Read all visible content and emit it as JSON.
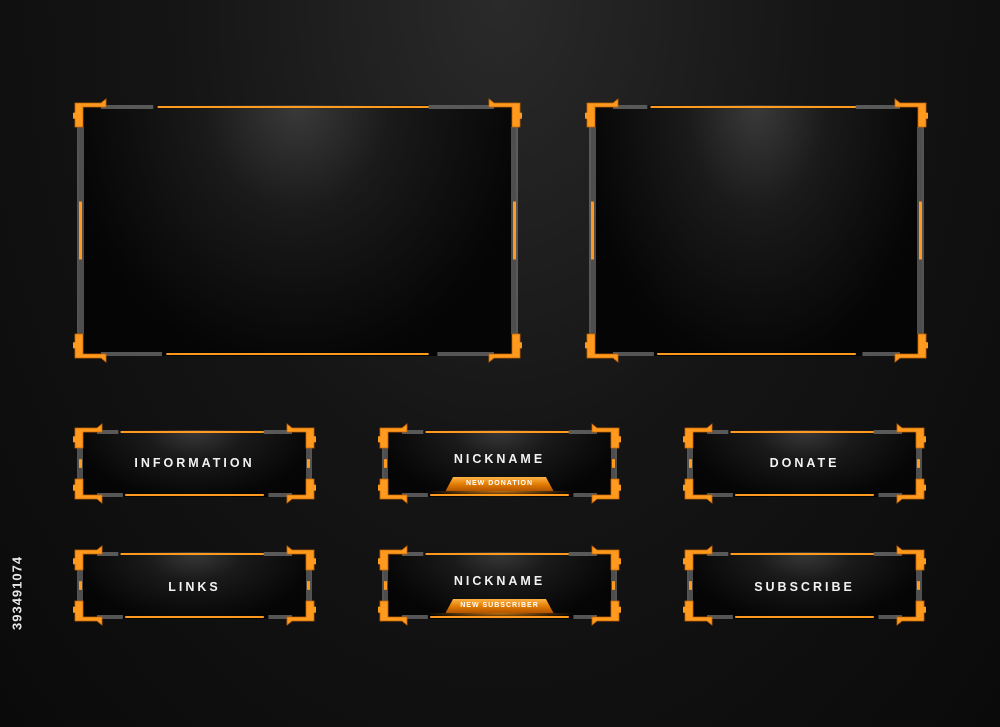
{
  "panels": {
    "information": {
      "label": "INFORMATION"
    },
    "nickname_donation": {
      "label": "NICKNAME",
      "badge": "NEW DONATION"
    },
    "donate": {
      "label": "DONATE"
    },
    "links": {
      "label": "LINKS"
    },
    "nickname_subscriber": {
      "label": "NICKNAME",
      "badge": "NEW SUBSCRIBER"
    },
    "subscribe": {
      "label": "SUBSCRIBE"
    }
  },
  "watermark": {
    "id": "393491074"
  },
  "colors": {
    "accent": "#ff9a1f",
    "accent_dark": "#c86400",
    "metal": "#8a8a8a",
    "background": "#0a0a0a"
  }
}
